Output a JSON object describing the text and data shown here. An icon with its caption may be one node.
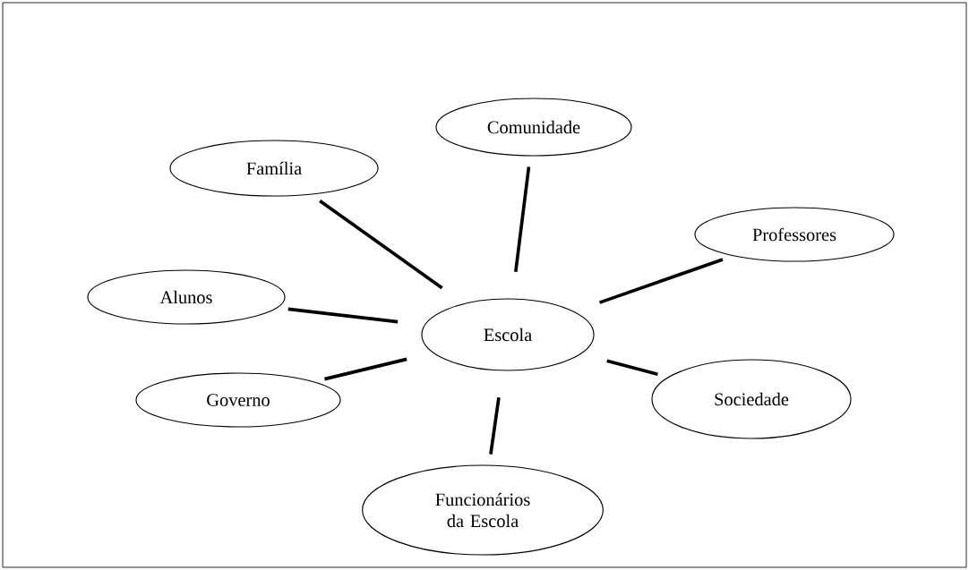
{
  "diagram": {
    "nodes": [
      {
        "text": [
          "Escola"
        ]
      },
      {
        "text": [
          "Família"
        ]
      },
      {
        "text": [
          "Comunidade"
        ]
      },
      {
        "text": [
          "Professores"
        ]
      },
      {
        "text": [
          "Alunos"
        ]
      },
      {
        "text": [
          "Governo"
        ]
      },
      {
        "text": [
          "Sociedade"
        ]
      },
      {
        "text": [
          "Funcionários da Escola"
        ]
      }
    ],
    "edges": [
      {
        "from": 0,
        "to": 1,
        "arrow": "none"
      },
      {
        "from": 0,
        "to": 2,
        "arrow": "none"
      },
      {
        "from": 0,
        "to": 3,
        "arrow": "none"
      },
      {
        "from": 0,
        "to": 4,
        "arrow": "none"
      },
      {
        "from": 0,
        "to": 5,
        "arrow": "none"
      },
      {
        "from": 0,
        "to": 6,
        "arrow": "none"
      },
      {
        "from": 0,
        "to": 7,
        "arrow": "none"
      }
    ]
  }
}
